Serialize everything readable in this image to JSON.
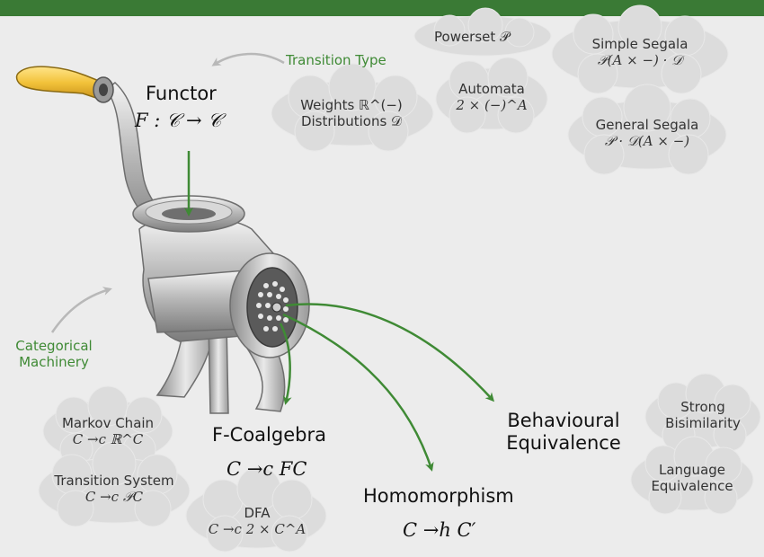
{
  "labels": {
    "functor_title": "Functor",
    "functor_math": "F : 𝒞 → 𝒞",
    "transition_type": "Transition Type",
    "categorical_line1": "Categorical",
    "categorical_line2": "Machinery",
    "coalgebra_title": "F-Coalgebra",
    "coalgebra_math": "C →c FC",
    "homomorphism_title": "Homomorphism",
    "homomorphism_math": "C →h C′",
    "behavioural_line1": "Behavioural",
    "behavioural_line2": "Equivalence"
  },
  "functor_examples": [
    {
      "line1": "Powerset 𝒫",
      "line2": ""
    },
    {
      "line1": "Automata",
      "line2": "2 × (−)^A"
    },
    {
      "line1": "Weights ℝ^(−)",
      "line2": "Distributions 𝒟"
    },
    {
      "line1": "Simple Segala",
      "line2": "𝒫(A × −) · 𝒟"
    },
    {
      "line1": "General Segala",
      "line2": "𝒫 · 𝒟(A × −)"
    }
  ],
  "coalgebra_examples": [
    {
      "line1": "Markov Chain",
      "line2": "C →c ℝ^C"
    },
    {
      "line1": "Transition System",
      "line2": "C →c 𝒫C"
    },
    {
      "line1": "DFA",
      "line2": "C →c 2 × C^A"
    }
  ],
  "equivalence_examples": [
    {
      "line1": "Strong",
      "line2": "Bisimilarity"
    },
    {
      "line1": "Language",
      "line2": "Equivalence"
    }
  ],
  "colors": {
    "header_bar": "#3a7a35",
    "arrow_green": "#3f8a35",
    "cloud_fill": "#dcdcdc",
    "grey_arrow": "#b8b8b8"
  },
  "icons": [
    "meat-grinder-illustration"
  ]
}
